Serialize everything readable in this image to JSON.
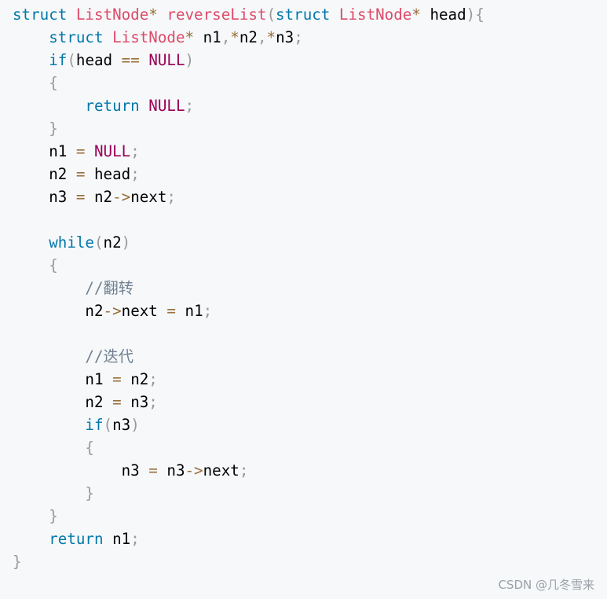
{
  "watermark": "CSDN @几冬雪来",
  "code": [
    [
      [
        "kw",
        "struct "
      ],
      [
        "ty",
        "ListNode"
      ],
      [
        "op",
        "* "
      ],
      [
        "fn",
        "reverseList"
      ],
      [
        "pun",
        "("
      ],
      [
        "kw",
        "struct "
      ],
      [
        "ty",
        "ListNode"
      ],
      [
        "op",
        "* "
      ],
      [
        "id",
        "head"
      ],
      [
        "pun",
        "){"
      ]
    ],
    [
      [
        "id",
        "    "
      ],
      [
        "kw",
        "struct "
      ],
      [
        "ty",
        "ListNode"
      ],
      [
        "op",
        "* "
      ],
      [
        "id",
        "n1"
      ],
      [
        "pun",
        ","
      ],
      [
        "op",
        "*"
      ],
      [
        "id",
        "n2"
      ],
      [
        "pun",
        ","
      ],
      [
        "op",
        "*"
      ],
      [
        "id",
        "n3"
      ],
      [
        "pun",
        ";"
      ]
    ],
    [
      [
        "id",
        "    "
      ],
      [
        "kw",
        "if"
      ],
      [
        "pun",
        "("
      ],
      [
        "id",
        "head "
      ],
      [
        "op",
        "=="
      ],
      [
        "id",
        " "
      ],
      [
        "cst",
        "NULL"
      ],
      [
        "pun",
        ")"
      ]
    ],
    [
      [
        "id",
        "    "
      ],
      [
        "pun",
        "{"
      ]
    ],
    [
      [
        "id",
        "        "
      ],
      [
        "kw",
        "return "
      ],
      [
        "cst",
        "NULL"
      ],
      [
        "pun",
        ";"
      ]
    ],
    [
      [
        "id",
        "    "
      ],
      [
        "pun",
        "}"
      ]
    ],
    [
      [
        "id",
        "    n1 "
      ],
      [
        "op",
        "="
      ],
      [
        "id",
        " "
      ],
      [
        "cst",
        "NULL"
      ],
      [
        "pun",
        ";"
      ]
    ],
    [
      [
        "id",
        "    n2 "
      ],
      [
        "op",
        "="
      ],
      [
        "id",
        " head"
      ],
      [
        "pun",
        ";"
      ]
    ],
    [
      [
        "id",
        "    n3 "
      ],
      [
        "op",
        "="
      ],
      [
        "id",
        " n2"
      ],
      [
        "op",
        "->"
      ],
      [
        "id",
        "next"
      ],
      [
        "pun",
        ";"
      ]
    ],
    [],
    [
      [
        "id",
        "    "
      ],
      [
        "kw",
        "while"
      ],
      [
        "pun",
        "("
      ],
      [
        "id",
        "n2"
      ],
      [
        "pun",
        ")"
      ]
    ],
    [
      [
        "id",
        "    "
      ],
      [
        "pun",
        "{"
      ]
    ],
    [
      [
        "id",
        "        "
      ],
      [
        "cm",
        "//翻转"
      ]
    ],
    [
      [
        "id",
        "        n2"
      ],
      [
        "op",
        "->"
      ],
      [
        "id",
        "next "
      ],
      [
        "op",
        "="
      ],
      [
        "id",
        " n1"
      ],
      [
        "pun",
        ";"
      ]
    ],
    [],
    [
      [
        "id",
        "        "
      ],
      [
        "cm",
        "//迭代"
      ]
    ],
    [
      [
        "id",
        "        n1 "
      ],
      [
        "op",
        "="
      ],
      [
        "id",
        " n2"
      ],
      [
        "pun",
        ";"
      ]
    ],
    [
      [
        "id",
        "        n2 "
      ],
      [
        "op",
        "="
      ],
      [
        "id",
        " n3"
      ],
      [
        "pun",
        ";"
      ]
    ],
    [
      [
        "id",
        "        "
      ],
      [
        "kw",
        "if"
      ],
      [
        "pun",
        "("
      ],
      [
        "id",
        "n3"
      ],
      [
        "pun",
        ")"
      ]
    ],
    [
      [
        "id",
        "        "
      ],
      [
        "pun",
        "{"
      ]
    ],
    [
      [
        "id",
        "            n3 "
      ],
      [
        "op",
        "="
      ],
      [
        "id",
        " n3"
      ],
      [
        "op",
        "->"
      ],
      [
        "id",
        "next"
      ],
      [
        "pun",
        ";"
      ]
    ],
    [
      [
        "id",
        "        "
      ],
      [
        "pun",
        "}"
      ]
    ],
    [
      [
        "id",
        "    "
      ],
      [
        "pun",
        "}"
      ]
    ],
    [
      [
        "id",
        "    "
      ],
      [
        "kw",
        "return"
      ],
      [
        "id",
        " n1"
      ],
      [
        "pun",
        ";"
      ]
    ],
    [
      [
        "pun",
        "}"
      ]
    ]
  ]
}
